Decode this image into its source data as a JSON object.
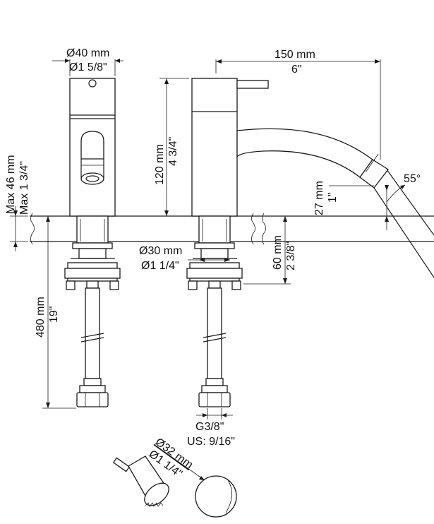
{
  "dimensions": {
    "head_diameter_mm": "Ø40 mm",
    "head_diameter_in": "Ø1 5/8\"",
    "spout_reach_mm": "150 mm",
    "spout_reach_in": "6\"",
    "height_mm": "120 mm",
    "height_in": "4 3/4\"",
    "deck_max_mm": "Max 46 mm",
    "deck_max_in": "Max 1 3/4\"",
    "spout_drop_mm": "27 mm",
    "spout_drop_in": "1\"",
    "spout_angle": "55°",
    "shank_diameter_mm": "Ø30 mm",
    "shank_diameter_in": "Ø1 1/4\"",
    "shank_length_mm": "60 mm",
    "shank_length_in": "2 3/8\"",
    "hose_length_mm": "480 mm",
    "hose_length_in": "19\"",
    "thread_size": "G3/8\"",
    "thread_us": "US: 9/16\"",
    "hole_diameter_mm": "Ø32 mm",
    "hole_diameter_in": "Ø1 1/4\""
  }
}
